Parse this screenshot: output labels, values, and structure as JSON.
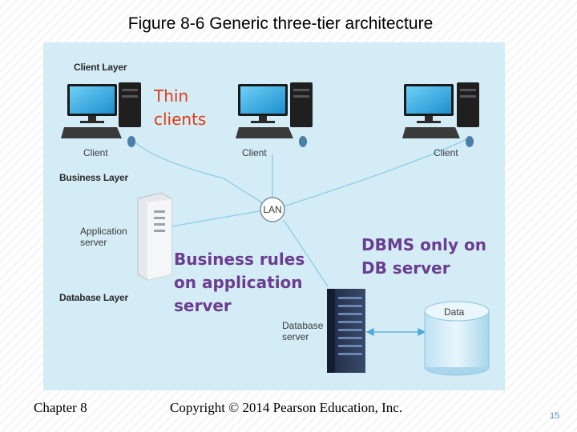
{
  "slide": {
    "title": "Figure 8-6 Generic three-tier architecture",
    "footer_left": "Chapter 8",
    "footer_center": "Copyright © 2014 Pearson Education, Inc.",
    "page_number": "15"
  },
  "diagram": {
    "layers": {
      "client": "Client Layer",
      "business": "Business Layer",
      "database": "Database Layer"
    },
    "client_labels": [
      "Client",
      "Client",
      "Client"
    ],
    "lan": "LAN",
    "app_server_label": "Application\nserver",
    "db_server_label": "Database\nserver",
    "data_label": "Data"
  },
  "callouts": {
    "thin_clients": "Thin\nclients",
    "business_rules": "Business rules\non application\nserver",
    "dbms": "DBMS only on\nDB server"
  },
  "colors": {
    "figure_bg": "#d4ecf6",
    "thin_clients_text": "#e03a12",
    "callout_text": "#6b3d8f",
    "page_number": "#4a90c8"
  }
}
